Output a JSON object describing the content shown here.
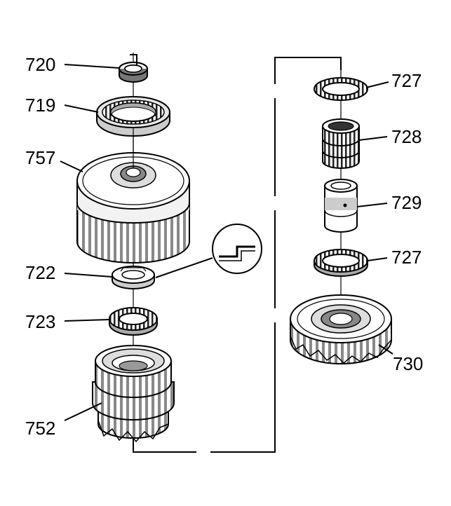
{
  "callouts": {
    "c720": "720",
    "c719": "719",
    "c757": "757",
    "c722": "722",
    "c723": "723",
    "c752": "752",
    "c727a": "727",
    "c728": "728",
    "c729": "729",
    "c727b": "727",
    "c730": "730"
  },
  "colors": {
    "line": "#000000",
    "background": "#ffffff",
    "shade": "#bdbdbd",
    "dark": "#555555"
  }
}
